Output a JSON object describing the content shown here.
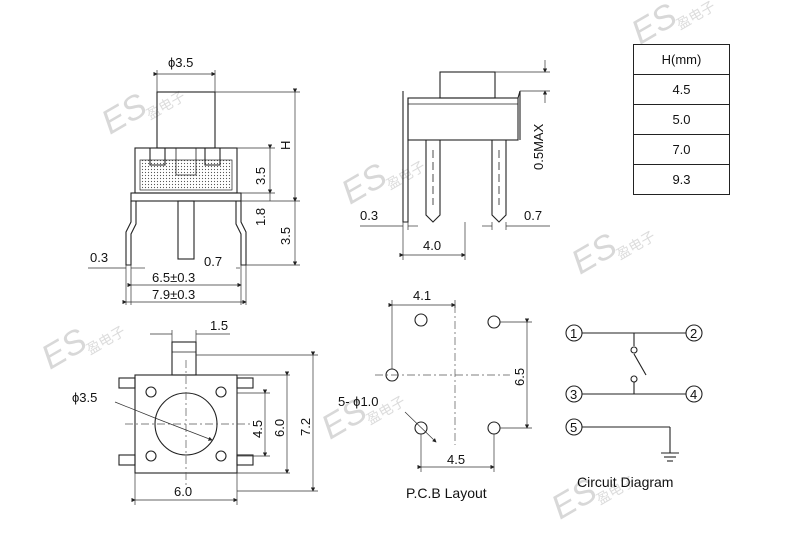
{
  "watermark": {
    "brand": "ES",
    "chars": "盈电子"
  },
  "height_table": {
    "header": "H(mm)",
    "values": [
      "4.5",
      "5.0",
      "7.0",
      "9.3"
    ]
  },
  "side_view": {
    "cap_diameter": "ϕ3.5",
    "dim_h": "H",
    "dim_body_height": "3.5",
    "dim_base": "1.8",
    "dim_lead": "3.5",
    "dim_lead_left": "0.3",
    "dim_lead_right": "0.7",
    "dim_pitch": "6.5±0.3",
    "dim_overall": "7.9±0.3"
  },
  "front_view": {
    "dim_max": "0.5MAX",
    "dim_lead_thickness": "0.3",
    "dim_lead_width": "0.7",
    "dim_spacing": "4.0"
  },
  "top_view": {
    "dim_stem": "1.5",
    "dim_cap": "ϕ3.5",
    "dim_inner": "4.5",
    "dim_body": "6.0",
    "dim_overall_v": "7.2",
    "dim_width": "6.0"
  },
  "pcb_layout": {
    "title": "P.C.B Layout",
    "dim_top": "4.1",
    "dim_right": "6.5",
    "dim_bottom": "4.5",
    "hole_label": "5- ϕ1.0"
  },
  "circuit": {
    "title": "Circuit Diagram",
    "pins": [
      "1",
      "2",
      "3",
      "4",
      "5"
    ]
  }
}
